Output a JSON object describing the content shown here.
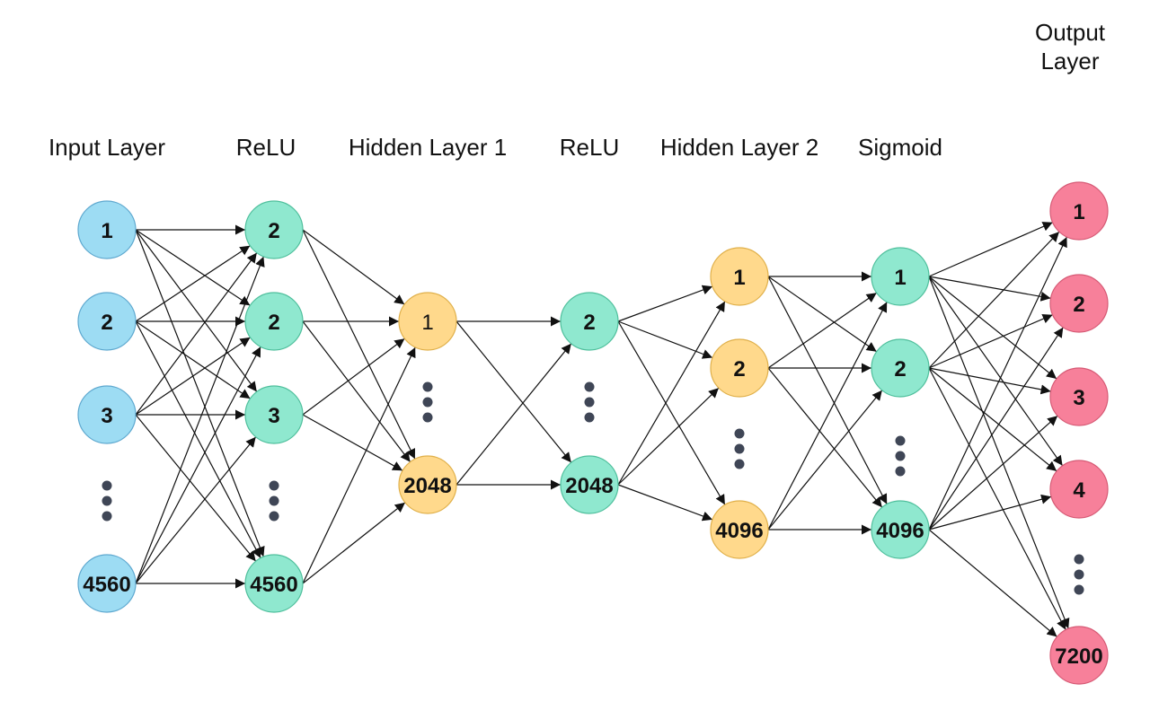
{
  "layers": [
    {
      "id": "input",
      "label": [
        "Input Layer"
      ],
      "color": "#9ddcf3",
      "stroke": "#5ea8cf",
      "nodes": [
        "1",
        "2",
        "3",
        "…",
        "4560"
      ]
    },
    {
      "id": "relu1",
      "label": [
        "ReLU"
      ],
      "color": "#8fe8cf",
      "stroke": "#4fbf9c",
      "nodes": [
        "2",
        "2",
        "3",
        "…",
        "4560"
      ]
    },
    {
      "id": "hidden1",
      "label": [
        "Hidden Layer 1"
      ],
      "color": "#ffd98c",
      "stroke": "#e0b04a",
      "nodes": [
        "1",
        "…",
        "2048"
      ]
    },
    {
      "id": "relu2",
      "label": [
        "ReLU"
      ],
      "color": "#8fe8cf",
      "stroke": "#4fbf9c",
      "nodes": [
        "2",
        "…",
        "2048"
      ]
    },
    {
      "id": "hidden2",
      "label": [
        "Hidden Layer 2"
      ],
      "color": "#ffd98c",
      "stroke": "#e0b04a",
      "nodes": [
        "1",
        "2",
        "…",
        "4096"
      ]
    },
    {
      "id": "sigmoid",
      "label": [
        "Sigmoid"
      ],
      "color": "#8fe8cf",
      "stroke": "#4fbf9c",
      "nodes": [
        "1",
        "2",
        "…",
        "4096"
      ]
    },
    {
      "id": "output",
      "label": [
        "Output",
        "Layer"
      ],
      "color": "#f7809a",
      "stroke": "#d65a75",
      "nodes": [
        "1",
        "2",
        "3",
        "4",
        "…",
        "7200"
      ]
    }
  ],
  "connections": [
    {
      "from": "input",
      "to": "relu1",
      "type": "full"
    },
    {
      "from": "relu1",
      "to": "hidden1",
      "type": "full"
    },
    {
      "from": "hidden1",
      "to": "relu2",
      "type": "full"
    },
    {
      "from": "relu2",
      "to": "hidden2",
      "type": "full"
    },
    {
      "from": "hidden2",
      "to": "sigmoid",
      "type": "full"
    },
    {
      "from": "sigmoid",
      "to": "output",
      "type": "full"
    }
  ]
}
